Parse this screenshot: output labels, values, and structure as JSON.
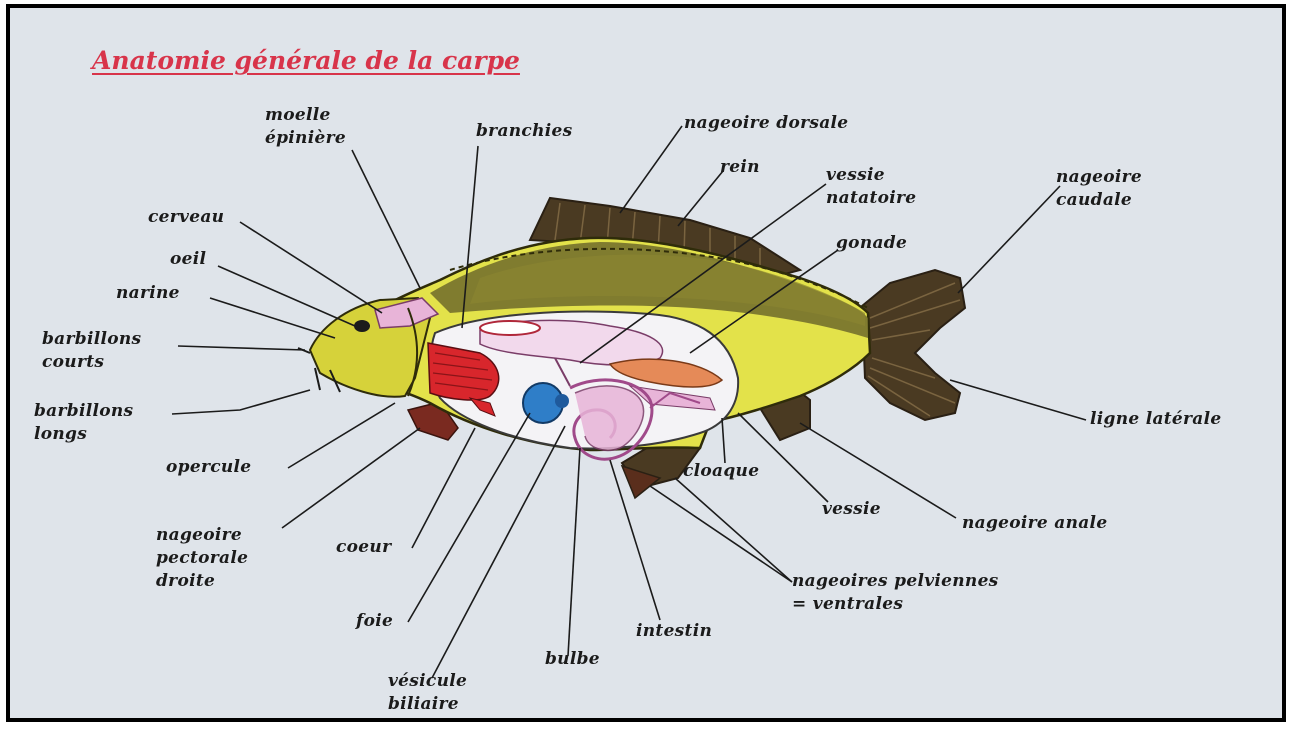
{
  "title": "Anatomie générale de la carpe",
  "labels": {
    "moelle": [
      "moelle",
      "épinière"
    ],
    "branchies": "branchies",
    "nageoire_dorsale": "nageoire dorsale",
    "rein": "rein",
    "vessie_natatoire": [
      "vessie",
      "natatoire"
    ],
    "nageoire_caudale": [
      "nageoire",
      "caudale"
    ],
    "gonade": "gonade",
    "cerveau": "cerveau",
    "oeil": "oeil",
    "narine": "narine",
    "barbillons_courts": [
      "barbillons",
      "courts"
    ],
    "barbillons_longs": [
      "barbillons",
      "longs"
    ],
    "opercule": "opercule",
    "nageoire_pectorale": [
      "nageoire",
      "pectorale",
      "droite"
    ],
    "coeur": "coeur",
    "foie": "foie",
    "vesicule": [
      "vésicule",
      "biliaire"
    ],
    "bulbe": "bulbe",
    "intestin": "intestin",
    "cloaque": "cloaque",
    "vessie": "vessie",
    "nageoire_anale": "nageoire anale",
    "nageoires_pelviennes": [
      "nageoires pelviennes",
      "= ventrales"
    ],
    "ligne_laterale": "ligne latérale"
  },
  "colors": {
    "title": "#d8344a",
    "background": "#dfe4ea",
    "body_yellow": "#e3e24a",
    "back_olive": "#6f6a2a",
    "fin_brown": "#4a3a22",
    "heart_red": "#d8262c",
    "liver_blue": "#2f7ec8",
    "organ_pink": "#e8b4d8",
    "cavity_white": "#f4f3f6"
  }
}
